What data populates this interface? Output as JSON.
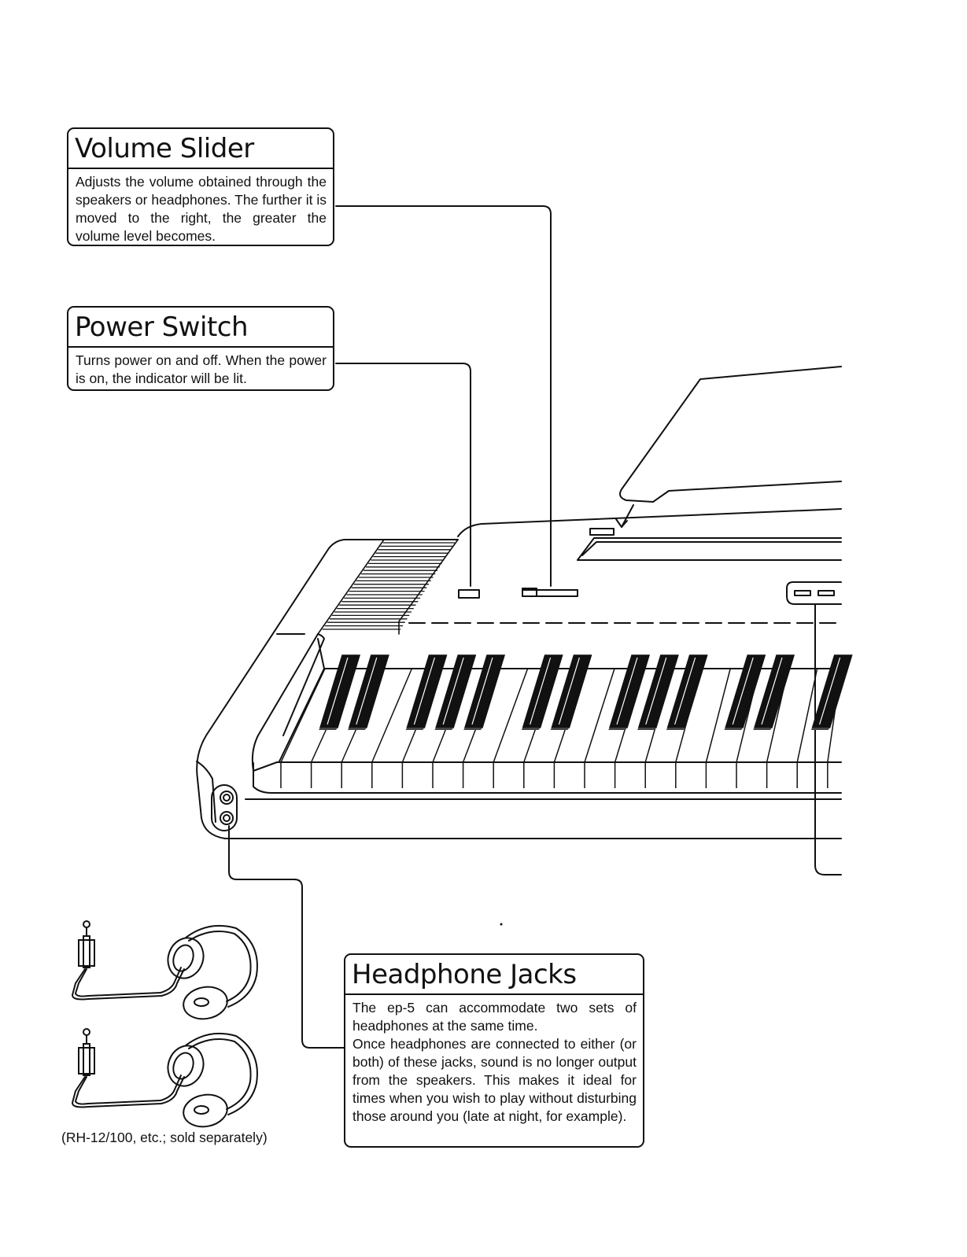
{
  "callouts": {
    "volume": {
      "title": "Volume Slider",
      "body": "Adjusts the volume obtained through the speakers or headphones. The further it is moved to the right, the greater the volume level becomes."
    },
    "power": {
      "title": "Power Switch",
      "body": "Turns power on and off. When the power is on, the indicator will be lit."
    },
    "headphone": {
      "title": "Headphone Jacks",
      "body1": "The ep-5 can accommodate two sets of headphones at the same time.",
      "body2": "Once headphones are connected to either (or both) of these jacks, sound is no longer output from the speakers. This makes it ideal for times when you wish to play without disturbing those around you (late at night, for example)."
    }
  },
  "headphones_caption": "(RH-12/100, etc.; sold separately)"
}
